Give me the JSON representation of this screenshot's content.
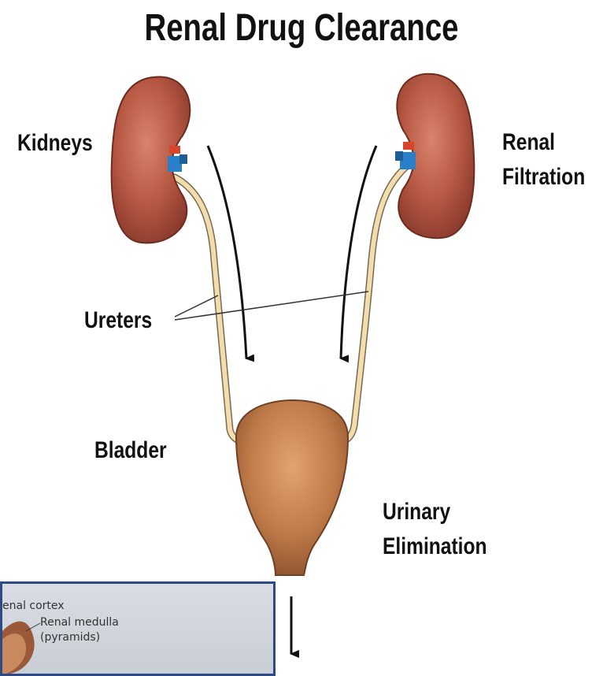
{
  "title": "Renal Drug Clearance",
  "labels": {
    "kidneys": "Kidneys",
    "renal_filtration_line1": "Renal",
    "renal_filtration_line2": "Filtration",
    "ureters": "Ureters",
    "bladder": "Bladder",
    "urinary_elimination_line1": "Urinary",
    "urinary_elimination_line2": "Elimination"
  },
  "inset": {
    "cortex": "enal cortex",
    "medulla_line1": "Renal medulla",
    "medulla_line2": "(pyramids)"
  }
}
